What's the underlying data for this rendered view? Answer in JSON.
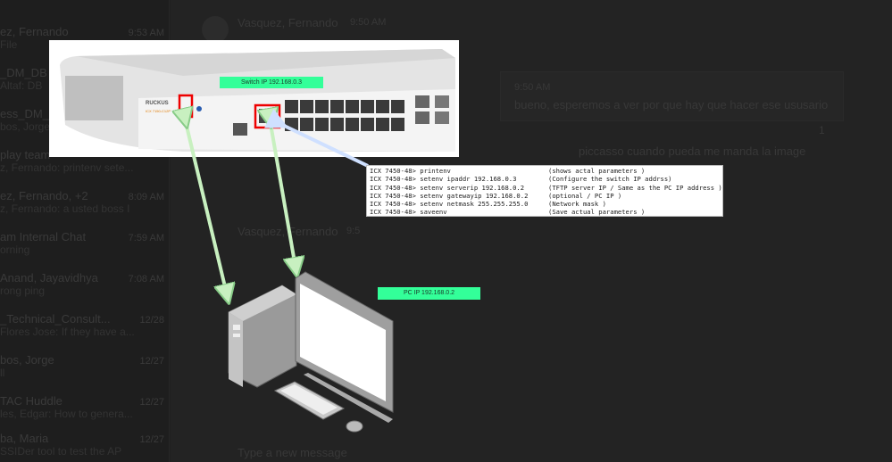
{
  "chats": [
    {
      "name": "ez, Fernando",
      "time": "9:53 AM",
      "preview": "File"
    },
    {
      "name": "_DM_DB",
      "time": "",
      "preview": "Altaf: DB"
    },
    {
      "name": "ess_DM_",
      "time": "",
      "preview": "bos, Jorge"
    },
    {
      "name": "play team",
      "time": "",
      "preview": "z, Fernando: printenv sete..."
    },
    {
      "name": "ez, Fernando, +2",
      "time": "8:09 AM",
      "preview": "z, Fernando: a usted boss I"
    },
    {
      "name": "am Internal Chat",
      "time": "7:59 AM",
      "preview": "orning"
    },
    {
      "name": "Anand, Jayavidhya",
      "time": "7:08 AM",
      "preview": "rong ping"
    },
    {
      "name": "_Technical_Consult...",
      "time": "12/28",
      "preview": "Flores Jose: If they have a..."
    },
    {
      "name": "bos, Jorge",
      "time": "12/27",
      "preview": "ll"
    },
    {
      "name": "TAC Huddle",
      "time": "12/27",
      "preview": "les, Edgar: How to genera..."
    },
    {
      "name": "ba, Maria",
      "time": "12/27",
      "preview": "SSIDer tool to test the AP"
    }
  ],
  "messages": {
    "sender1": "Vasquez, Fernando",
    "time1": "9:50 AM",
    "time2": "9:50 AM",
    "text2": "bueno, esperemos a ver por que hay que hacer ese ususario",
    "reaction": "1",
    "text3": "piccasso cuando pueda me manda la image",
    "sender4": "Vasquez, Fernando",
    "time4": "9:5",
    "compose_placeholder": "Type a new message"
  },
  "diagram": {
    "switch_label": "Switch IP 192.168.0.3",
    "pc_label": "PC IP 192.168.0.2",
    "brand": "RUCKUS",
    "model": "ICX 7150-C12P",
    "label_color": "#33ff99",
    "terminal": [
      {
        "cmd": "ICX 7450-48> printenv",
        "desc": "(shows actal parameters )"
      },
      {
        "cmd": "ICX 7450-48> setenv ipaddr 192.168.0.3",
        "desc": "(Configure the switch IP addrss)"
      },
      {
        "cmd": "ICX 7450-48> setenv serverip 192.168.0.2",
        "desc": "(TFTP server IP / Same as the PC IP address )"
      },
      {
        "cmd": "ICX 7450-48> setenv gatewayip 192.168.0.2",
        "desc": "(optional / PC IP )"
      },
      {
        "cmd": "ICX 7450-48> setenv netmask 255.255.255.0",
        "desc": "(Network mask )"
      },
      {
        "cmd": "ICX 7450-48> saveenv",
        "desc": "(Save actual parameters )"
      }
    ]
  }
}
